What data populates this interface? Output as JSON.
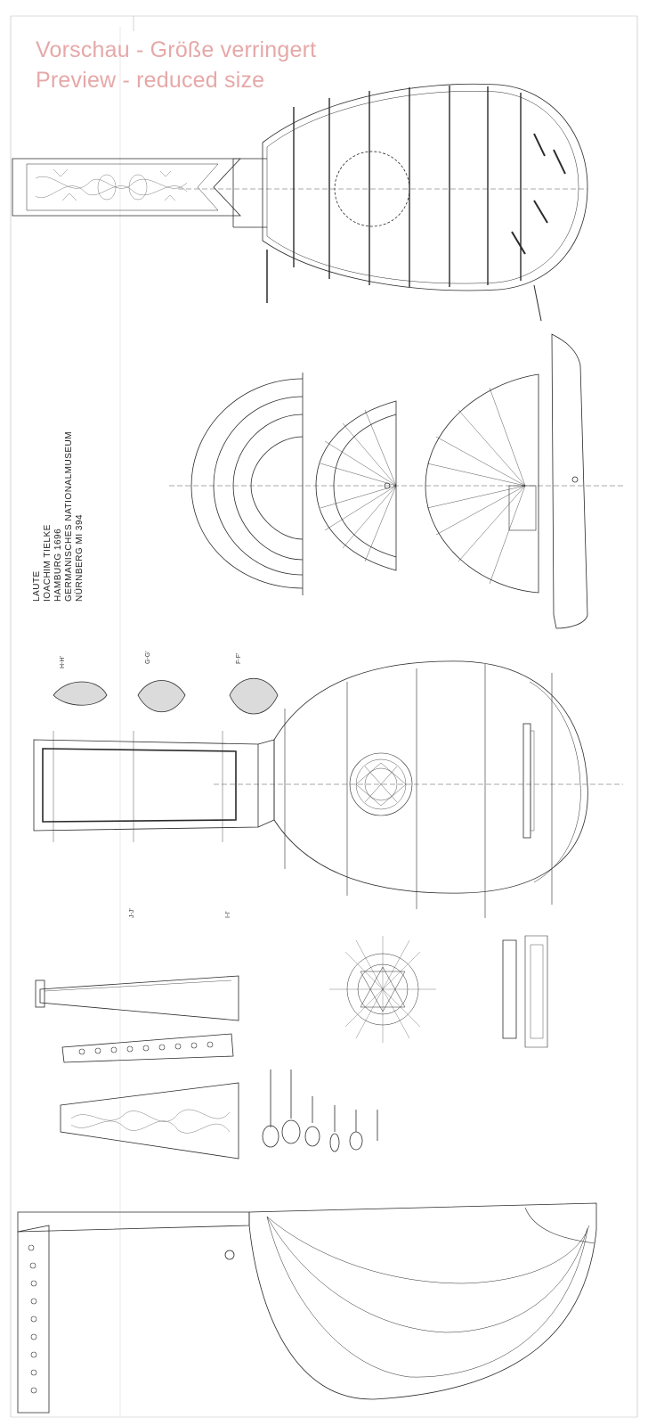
{
  "watermark": {
    "line1": "Vorschau - Größe verringert",
    "line2": "Preview - reduced size"
  },
  "title_block": {
    "line1": "LAUTE",
    "line2": "IOACHIM TIELKE",
    "line3": "HAMBURG 1696",
    "line4": "GERMANISCHES NATIONALMUSEUM",
    "line5": "NÜRNBERG    MI 394"
  },
  "section_labels": {
    "H": "H-H'",
    "G": "G-G'",
    "F": "F-F'",
    "I": "I-I'",
    "J": "J-J'"
  },
  "colors": {
    "ink": "#2a2a2a",
    "watermark": "#e6a8a8",
    "paper": "#ffffff"
  }
}
